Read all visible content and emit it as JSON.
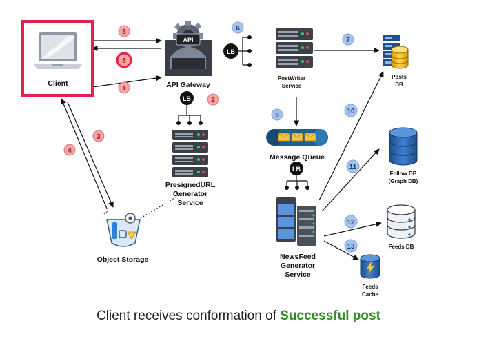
{
  "nodes": {
    "client": "Client",
    "api_gateway": "API Gateway",
    "api_sign": "API",
    "postwriter_1": "PostWriter",
    "postwriter_2": "Service",
    "posts_db_1": "Posts",
    "posts_db_2": "DB",
    "presigned_1": "PresignedURL",
    "presigned_2": "Generator",
    "presigned_3": "Service",
    "message_queue": "Message Queue",
    "follow_db_1": "Follow DB",
    "follow_db_2": "(Graph DB)",
    "object_storage": "Object Storage",
    "newsfeed_1": "NewsFeed",
    "newsfeed_2": "Generator",
    "newsfeed_3": "Service",
    "feeds_db": "Feeds DB",
    "feeds_cache_1": "Feeds",
    "feeds_cache_2": "Cache"
  },
  "lb": {
    "lb_1": "LB",
    "lb_2": "LB",
    "lb_3": "LB"
  },
  "steps": {
    "s1": "1",
    "s2": "2",
    "s3": "3",
    "s4": "4",
    "s5": "5",
    "s6": "6",
    "s7": "7",
    "s8": "8",
    "s9": "9",
    "s10": "10",
    "s11": "11",
    "s12": "12",
    "s13": "13"
  },
  "caption": {
    "prefix": "Client receives conformation of ",
    "highlight": "Successful post"
  },
  "colors": {
    "highlight_box": "#e8204f",
    "red_badge": "#f4a6a6",
    "blue_badge": "#a9c4ec",
    "success_text": "#2e8b22"
  },
  "icons": [
    "laptop-icon",
    "api-gateway-icon",
    "server-icon",
    "database-icon",
    "message-queue-icon",
    "object-storage-icon",
    "lightning-cache-icon",
    "load-balancer-icon"
  ]
}
